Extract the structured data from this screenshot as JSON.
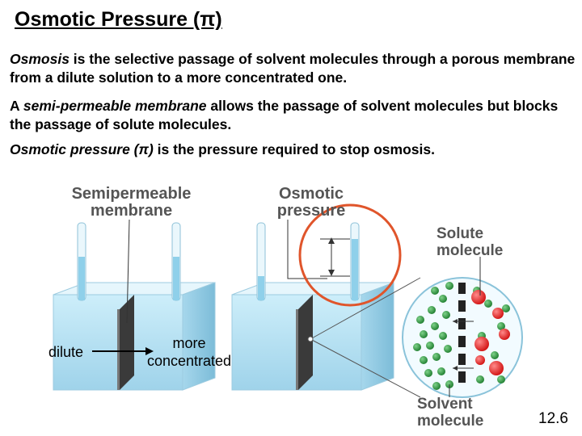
{
  "title": "Osmotic Pressure (π)",
  "paragraphs": {
    "p1_em": "Osmosis",
    "p1_rest": " is the selective passage of solvent molecules through a porous membrane from a dilute solution to a more concentrated one.",
    "p2_pre": "A ",
    "p2_em": "semi-permeable membrane",
    "p2_rest": " allows the passage of solvent molecules but blocks the passage of solute molecules.",
    "p3_em": "Osmotic pressure (π)",
    "p3_rest": " is the pressure required to stop osmosis."
  },
  "figure": {
    "label_semipermeable_line1": "Semipermeable",
    "label_semipermeable_line2": "membrane",
    "label_osmotic_line1": "Osmotic",
    "label_osmotic_line2": "pressure",
    "label_solute_line1": "Solute",
    "label_solute_line2": "molecule",
    "label_solvent_line1": "Solvent",
    "label_solvent_line2": "molecule",
    "label_dilute": "dilute",
    "label_more": "more",
    "label_concentrated": "concentrated"
  },
  "slide_number": "12.6",
  "colors": {
    "water": "#bfe6f5",
    "water_dark": "#7fc3e0",
    "membrane": "#3a3a3a",
    "highlight_circle": "#e0552b",
    "solvent_molecule": "#2f9a3f",
    "solute_molecule": "#e01b1b",
    "label_gray": "#555555"
  }
}
